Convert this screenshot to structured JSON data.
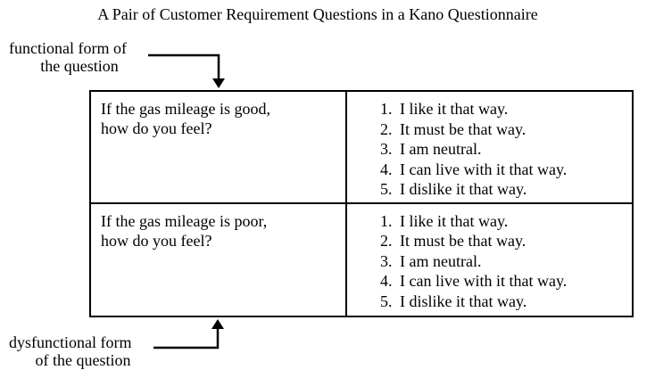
{
  "title": "A Pair of Customer Requirement Questions in a Kano Questionnaire",
  "labels": {
    "functional": {
      "line1": "functional form of",
      "line2": "the question"
    },
    "dysfunctional": {
      "line1": "dysfunctional form",
      "line2": "of the question"
    }
  },
  "table": {
    "rows": [
      {
        "question_line1": "If the gas mileage is good,",
        "question_line2": "how do you feel?",
        "options": [
          {
            "num": "1.",
            "text": "I like it that way."
          },
          {
            "num": "2.",
            "text": "It must be that way."
          },
          {
            "num": "3.",
            "text": "I am neutral."
          },
          {
            "num": "4.",
            "text": "I can live with it that way."
          },
          {
            "num": "5.",
            "text": "I dislike it that way."
          }
        ]
      },
      {
        "question_line1": "If the gas mileage is poor,",
        "question_line2": "how do you feel?",
        "options": [
          {
            "num": "1.",
            "text": "I like it that way."
          },
          {
            "num": "2.",
            "text": "It must be that way."
          },
          {
            "num": "3.",
            "text": "I am neutral."
          },
          {
            "num": "4.",
            "text": "I can live with it that way."
          },
          {
            "num": "5.",
            "text": "I dislike it that way."
          }
        ]
      }
    ]
  },
  "colors": {
    "text": "#000000",
    "border": "#000000",
    "background": "#ffffff"
  }
}
